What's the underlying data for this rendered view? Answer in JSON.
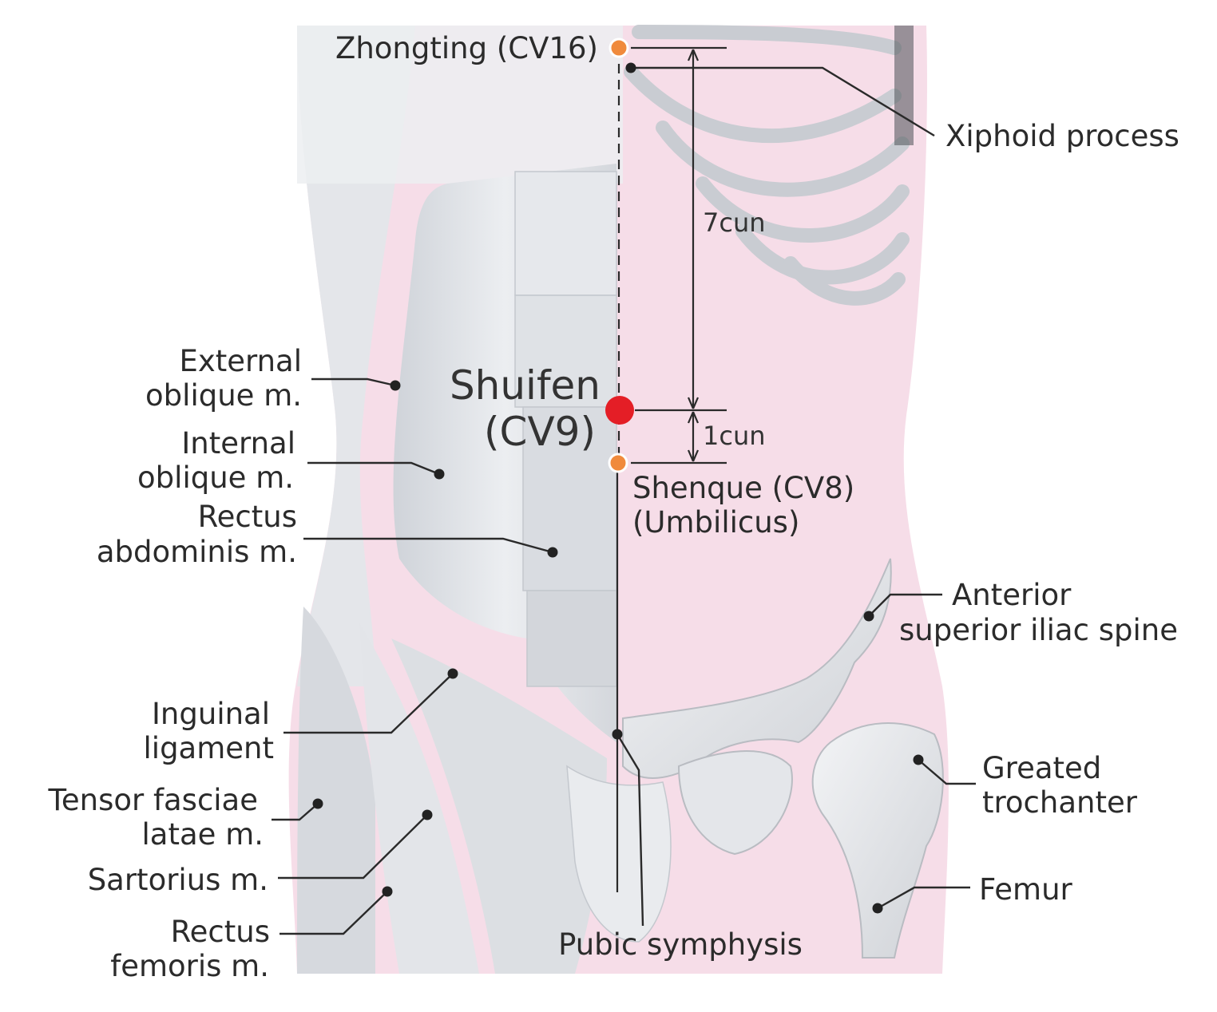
{
  "acupoint": {
    "name": "Shuifen",
    "code": "(CV9)",
    "color": "#e41e26"
  },
  "reference_points": [
    {
      "id": "zhongting",
      "label": "Zhongting (CV16)",
      "color": "#f08a3c"
    },
    {
      "id": "shenque",
      "label_line1": "Shenque (CV8)",
      "label_line2": "(Umbilicus)",
      "color": "#f08a3c"
    }
  ],
  "measurements": {
    "upper": "7cun",
    "lower": "1cun"
  },
  "labels": {
    "xiphoid": "Xiphoid process",
    "external_oblique": [
      "External",
      "oblique m."
    ],
    "internal_oblique": [
      "Internal",
      "oblique m."
    ],
    "rectus_abdominis": [
      "Rectus",
      "abdominis m."
    ],
    "asis": [
      "Anterior",
      "superior iliac spine"
    ],
    "inguinal": [
      "Inguinal",
      "ligament"
    ],
    "greater_trochanter": [
      "Greated",
      "trochanter"
    ],
    "tensor": [
      "Tensor fasciae",
      "latae m."
    ],
    "sartorius": "Sartorius m.",
    "femur": "Femur",
    "rectus_femoris": [
      "Rectus",
      "femoris m."
    ],
    "pubic": "Pubic symphysis"
  },
  "colors": {
    "skin": "#f6dde8",
    "muscle": "#dcdfe4",
    "bone": "#e9ebef",
    "leader": "#2a2a2a"
  }
}
